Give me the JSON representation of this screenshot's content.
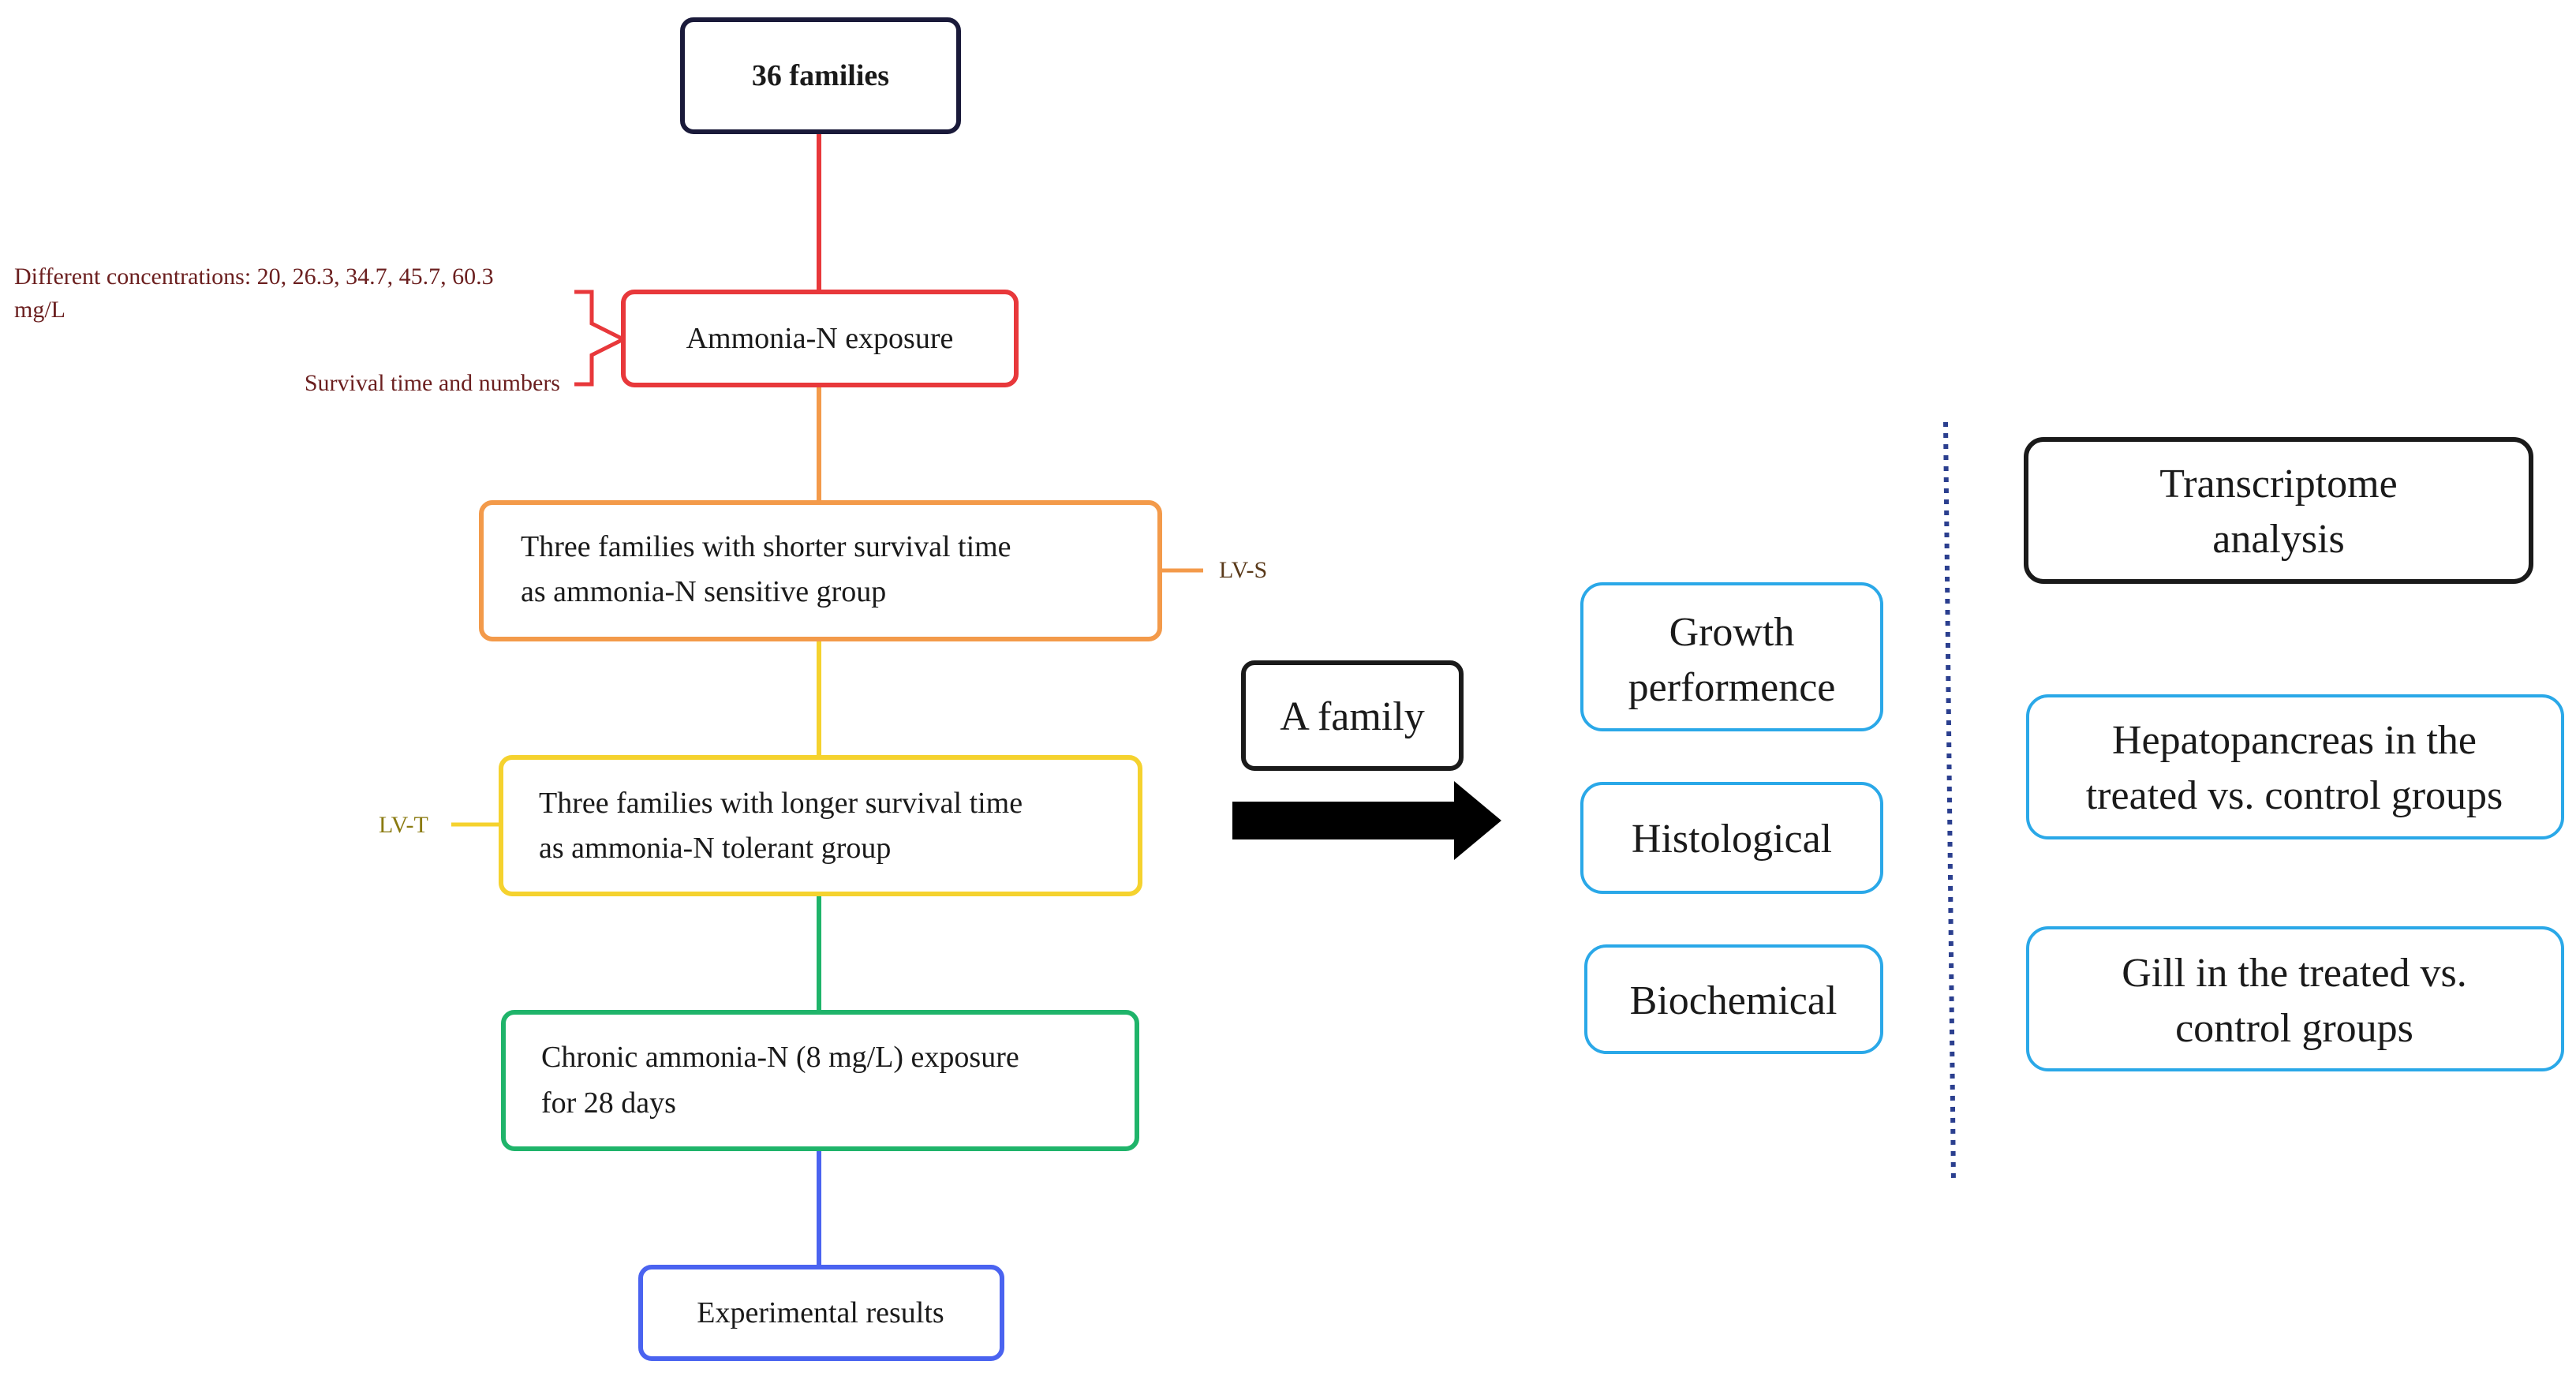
{
  "flow": {
    "top": "36 families",
    "exposure": "Ammonia-N exposure",
    "concentrations_line1": "Different concentrations: 20, 26.3, 34.7, 45.7, 60.3",
    "concentrations_line2": "mg/L",
    "survival": "Survival time and numbers",
    "sensitive_line1": "Three families with shorter survival time",
    "sensitive_line2": "as ammonia-N sensitive group",
    "sensitive_tag": "LV-S",
    "tolerant_line1": "Three families with longer survival time",
    "tolerant_line2": "as ammonia-N tolerant group",
    "tolerant_tag": "LV-T",
    "chronic_line1": "Chronic ammonia-N (8 mg/L) exposure",
    "chronic_line2": "for 28 days",
    "results": "Experimental results"
  },
  "middle": {
    "family": "A family"
  },
  "measures": {
    "growth_line1": "Growth",
    "growth_line2": "performence",
    "histological": "Histological",
    "biochemical": "Biochemical"
  },
  "transcriptome": {
    "title_line1": "Transcriptome",
    "title_line2": "analysis",
    "hepato_line1": "Hepatopancreas in the",
    "hepato_line2": "treated vs. control groups",
    "gill_line1": "Gill in the treated vs.",
    "gill_line2": "control groups"
  },
  "colors": {
    "red": "#e8383b",
    "orange": "#f39a4a",
    "yellow": "#f5d22e",
    "green": "#1fb46a",
    "blue": "#4a63f0",
    "navy": "#1a1a3a",
    "lightblue": "#2aa8e8",
    "dotted": "#2b3f8f",
    "tag_yellow": "#8a7a10"
  }
}
